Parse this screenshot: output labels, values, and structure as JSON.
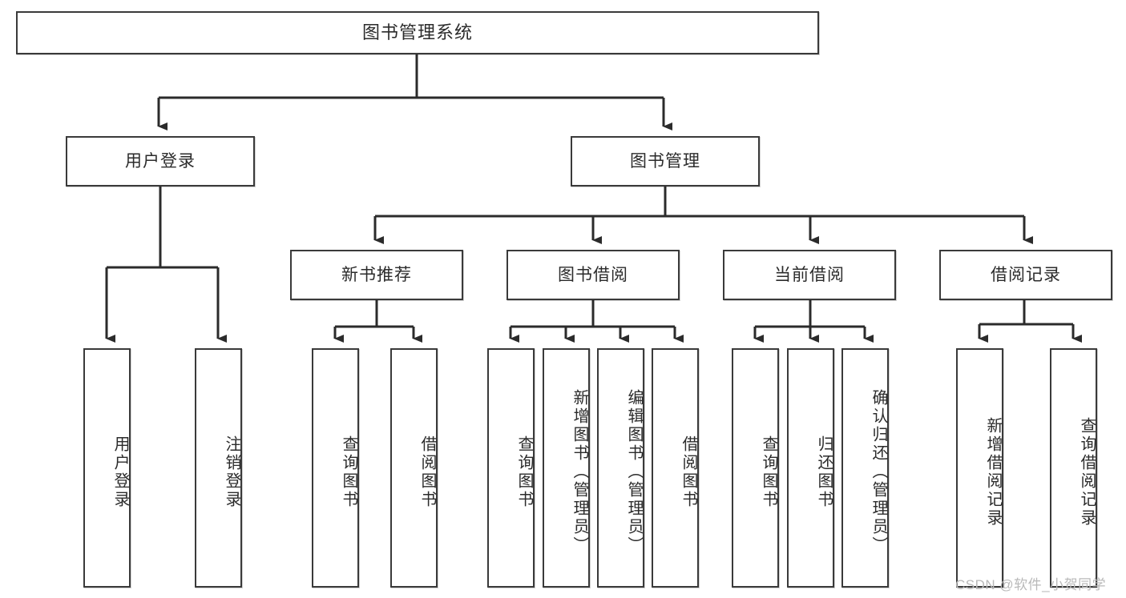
{
  "diagram": {
    "title": "图书管理系统",
    "type": "tree-hierarchy",
    "root": {
      "label": "图书管理系统"
    },
    "level2": [
      {
        "id": "user-login",
        "label": "用户登录"
      },
      {
        "id": "book-management",
        "label": "图书管理"
      }
    ],
    "level3": [
      {
        "id": "new-book-recommend",
        "label": "新书推荐"
      },
      {
        "id": "book-borrow",
        "label": "图书借阅"
      },
      {
        "id": "current-borrow",
        "label": "当前借阅"
      },
      {
        "id": "borrow-record",
        "label": "借阅记录"
      }
    ],
    "leaves": {
      "user_login": [
        {
          "id": "leaf-user-login",
          "label": "用户登录"
        },
        {
          "id": "leaf-logout-login",
          "label": "注销登录"
        }
      ],
      "new_book_recommend": [
        {
          "id": "leaf-query-book-1",
          "label": "查询图书"
        },
        {
          "id": "leaf-borrow-book-1",
          "label": "借阅图书"
        }
      ],
      "book_borrow": [
        {
          "id": "leaf-query-book-2",
          "label": "查询图书"
        },
        {
          "id": "leaf-add-book",
          "label": "新增图书（管理员）"
        },
        {
          "id": "leaf-edit-book",
          "label": "编辑图书（管理员）"
        },
        {
          "id": "leaf-borrow-book-2",
          "label": "借阅图书"
        }
      ],
      "current_borrow": [
        {
          "id": "leaf-query-book-3",
          "label": "查询图书"
        },
        {
          "id": "leaf-return-book",
          "label": "归还图书"
        },
        {
          "id": "leaf-confirm-return",
          "label": "确认归还（管理员）"
        }
      ],
      "borrow_record": [
        {
          "id": "leaf-add-record",
          "label": "新增借阅记录"
        },
        {
          "id": "leaf-query-record",
          "label": "查询借阅记录"
        }
      ]
    }
  },
  "watermark": {
    "text": "CSDN @软件_小贺同学"
  },
  "colors": {
    "border": "#3a3a3a",
    "text": "#2b2b2b",
    "background": "#ffffff",
    "watermark": "#b9b9b9"
  }
}
